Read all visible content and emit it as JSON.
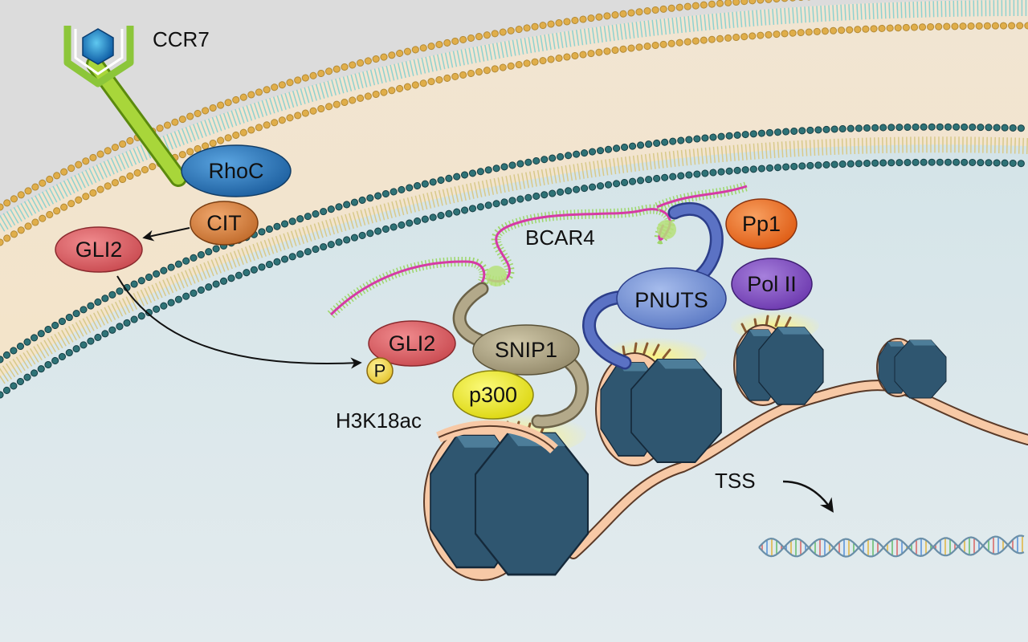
{
  "labels": {
    "ccr7": "CCR7",
    "rhoc": "RhoC",
    "cit": "CIT",
    "gli2_cyto": "GLI2",
    "bcar4": "BCAR4",
    "pp1": "Pp1",
    "pol2": "Pol II",
    "pnuts": "PNUTS",
    "gli2_nuc": "GLI2",
    "phospho": "P",
    "snip1": "SNIP1",
    "p300": "p300",
    "h3k18ac": "H3K18ac",
    "tss": "TSS"
  },
  "colors": {
    "outside": "#dddcdb",
    "cytoplasm": "#f3e6cf",
    "nucleus": "#d8e6ea",
    "cell_membrane_head": "#d9a341",
    "nuclear_membrane_head": "#2f6f73",
    "rhoc": "#2e7fc2",
    "cit": "#d98a4a",
    "gli2": "#e0666a",
    "phospho": "#f3dc4a",
    "snip1": "#b3a98a",
    "p300": "#f2ee2a",
    "pnuts": "#7d9ad8",
    "pp1": "#f07a2a",
    "pol2": "#8a56c6",
    "histone": "#2f5670",
    "dna_wrap": "#f7c9a6",
    "rna": "#d63aa5"
  }
}
